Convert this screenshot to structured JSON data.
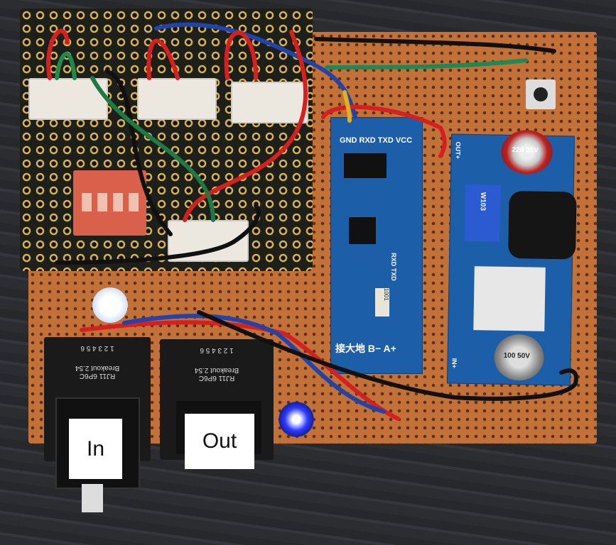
{
  "labels": {
    "input_tag": "In",
    "output_tag": "Out"
  },
  "rj11_breakouts": [
    {
      "title": "Breakout 2.54",
      "subtitle": "RJ11 6P6C",
      "pins": "1 2 3 4 5 6"
    },
    {
      "title": "Breakout 2.54",
      "subtitle": "RJ11 6P6C",
      "pins": "1 2 3 4 5 6"
    }
  ],
  "rs485_module": {
    "pins_top": "GND RXD TXD VCC",
    "pins_bottom": "接大地 B− A+",
    "resistor_code": "1001",
    "side_labels": "RXD TXD"
  },
  "buck_module": {
    "cap1": "220 35V",
    "cap2": "100 50V",
    "pot": "W103",
    "pin_out": "OUT+",
    "pin_in": "IN+"
  },
  "colors": {
    "pcb": "#c27238",
    "module": "#1c5fa8",
    "led_white": "#ffffff",
    "led_blue": "#2a3cff"
  }
}
